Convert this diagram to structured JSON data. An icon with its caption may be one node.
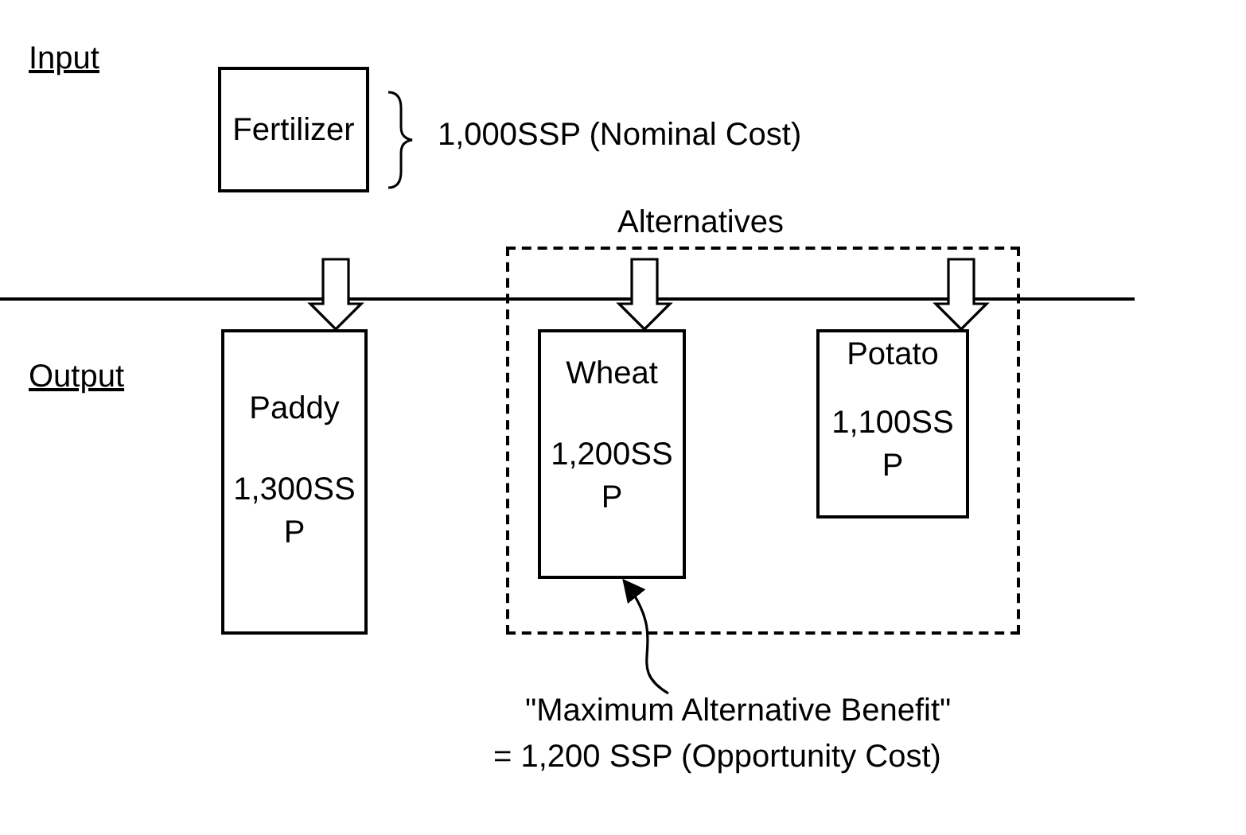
{
  "diagram": {
    "nodes": [
      {
        "text": [
          "Fertilizer"
        ],
        "beside": [
          "1,000SSP (Nominal Cost)"
        ]
      },
      {
        "text": [
          "Paddy",
          "1,300SSP"
        ]
      },
      {
        "text": [
          "Alternatives"
        ]
      },
      {
        "text": [
          "Wheat",
          "1,200SSP"
        ],
        "in": 2
      },
      {
        "text": [
          "Potato",
          "1,100SSP"
        ],
        "in": 2
      },
      {
        "text": [
          "\"Maximum Alternative Benefit\"",
          "= 1,200 SSP (Opportunity Cost)"
        ]
      }
    ],
    "edges": [
      {
        "from": null,
        "to": 1,
        "arrow": "to"
      },
      {
        "from": null,
        "to": 3,
        "arrow": "to"
      },
      {
        "from": null,
        "to": 4,
        "arrow": "to"
      },
      {
        "from": 5,
        "to": 3,
        "arrow": "to"
      }
    ],
    "labels": [
      "Input",
      "Output"
    ]
  }
}
